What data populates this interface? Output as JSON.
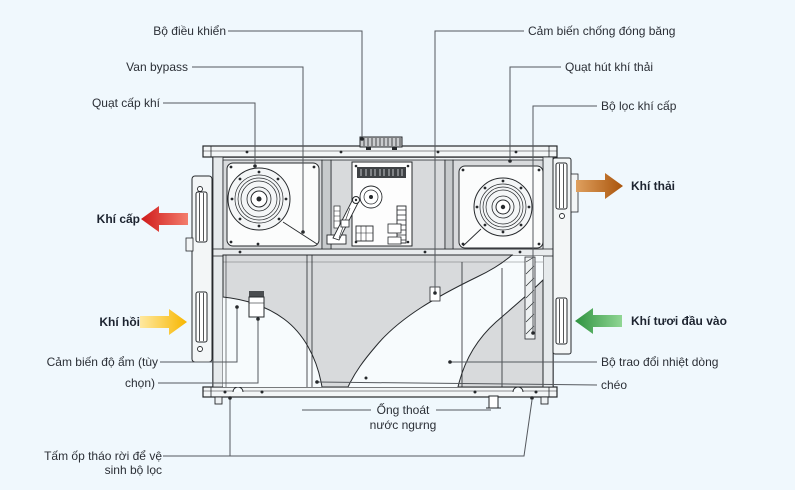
{
  "diagram": {
    "subject": "heat-recovery-ventilation-unit-cutaway",
    "background_color": "#f0f8fd",
    "line_color": "#26292c",
    "leader_color": "#55595e"
  },
  "labels": {
    "controller": "Bộ điều khiển",
    "bypass_valve": "Van bypass",
    "supply_fan": "Quạt cấp khí",
    "antifreeze_sensor": "Cảm biến chống đóng băng",
    "exhaust_fan": "Quạt hút khí thải",
    "supply_air_filter": "Bộ lọc khí cấp",
    "humidity_sensor_line1": "Cảm biến độ ẩm (tùy",
    "humidity_sensor_line2": "chọn)",
    "heat_exchanger_line1": "Bộ trao đổi nhiệt dòng",
    "heat_exchanger_line2": "chéo",
    "condensate_drain_line1": "Ống thoát",
    "condensate_drain_line2": "nước ngưng",
    "access_panel_line1": "Tấm ốp tháo rời để vệ",
    "access_panel_line2": "sinh bộ lọc"
  },
  "airflows": {
    "supply": {
      "label": "Khí cấp",
      "direction": "left",
      "color_dark": "#cf1a1a",
      "color_light": "#f37d6d"
    },
    "return": {
      "label": "Khí hồi",
      "direction": "right",
      "color_dark": "#f7b600",
      "color_light": "#ffe9a0"
    },
    "exhaust": {
      "label": "Khí thải",
      "direction": "right",
      "color_dark": "#a9540b",
      "color_light": "#dfa05f"
    },
    "fresh": {
      "label": "Khí tươi đầu vào",
      "direction": "left",
      "color_dark": "#2f9340",
      "color_light": "#90d694"
    }
  }
}
